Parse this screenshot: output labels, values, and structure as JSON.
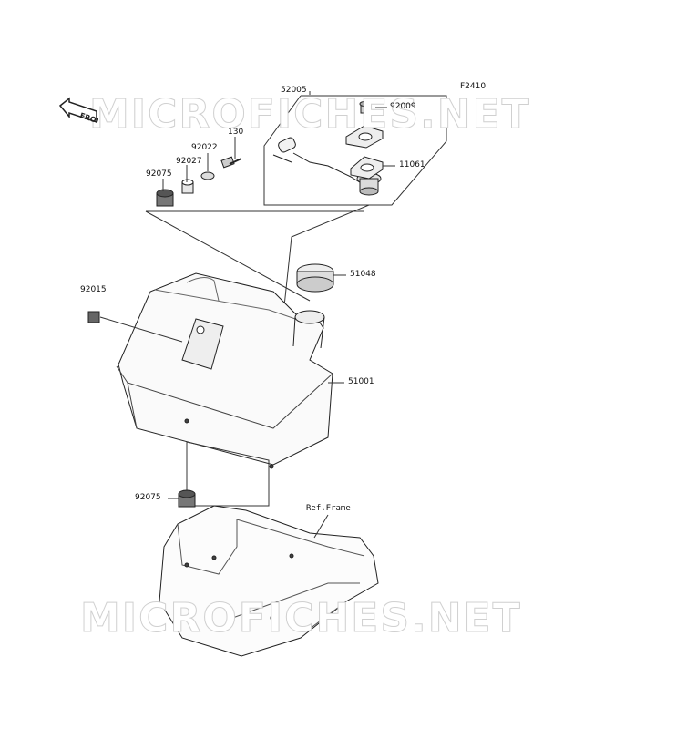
{
  "diagram": {
    "figure_code": "F2410",
    "watermark": "MICROFICHES.NET",
    "front_label": "FRONT",
    "parts": {
      "p52005": "52005",
      "p92009": "92009",
      "p11061": "11061",
      "p130": "130",
      "p92022": "92022",
      "p92027": "92027",
      "p92075_top": "92075",
      "p51048": "51048",
      "p92015": "92015",
      "p51001": "51001",
      "p92075_bottom": "92075",
      "ref_frame": "Ref.Frame"
    }
  }
}
